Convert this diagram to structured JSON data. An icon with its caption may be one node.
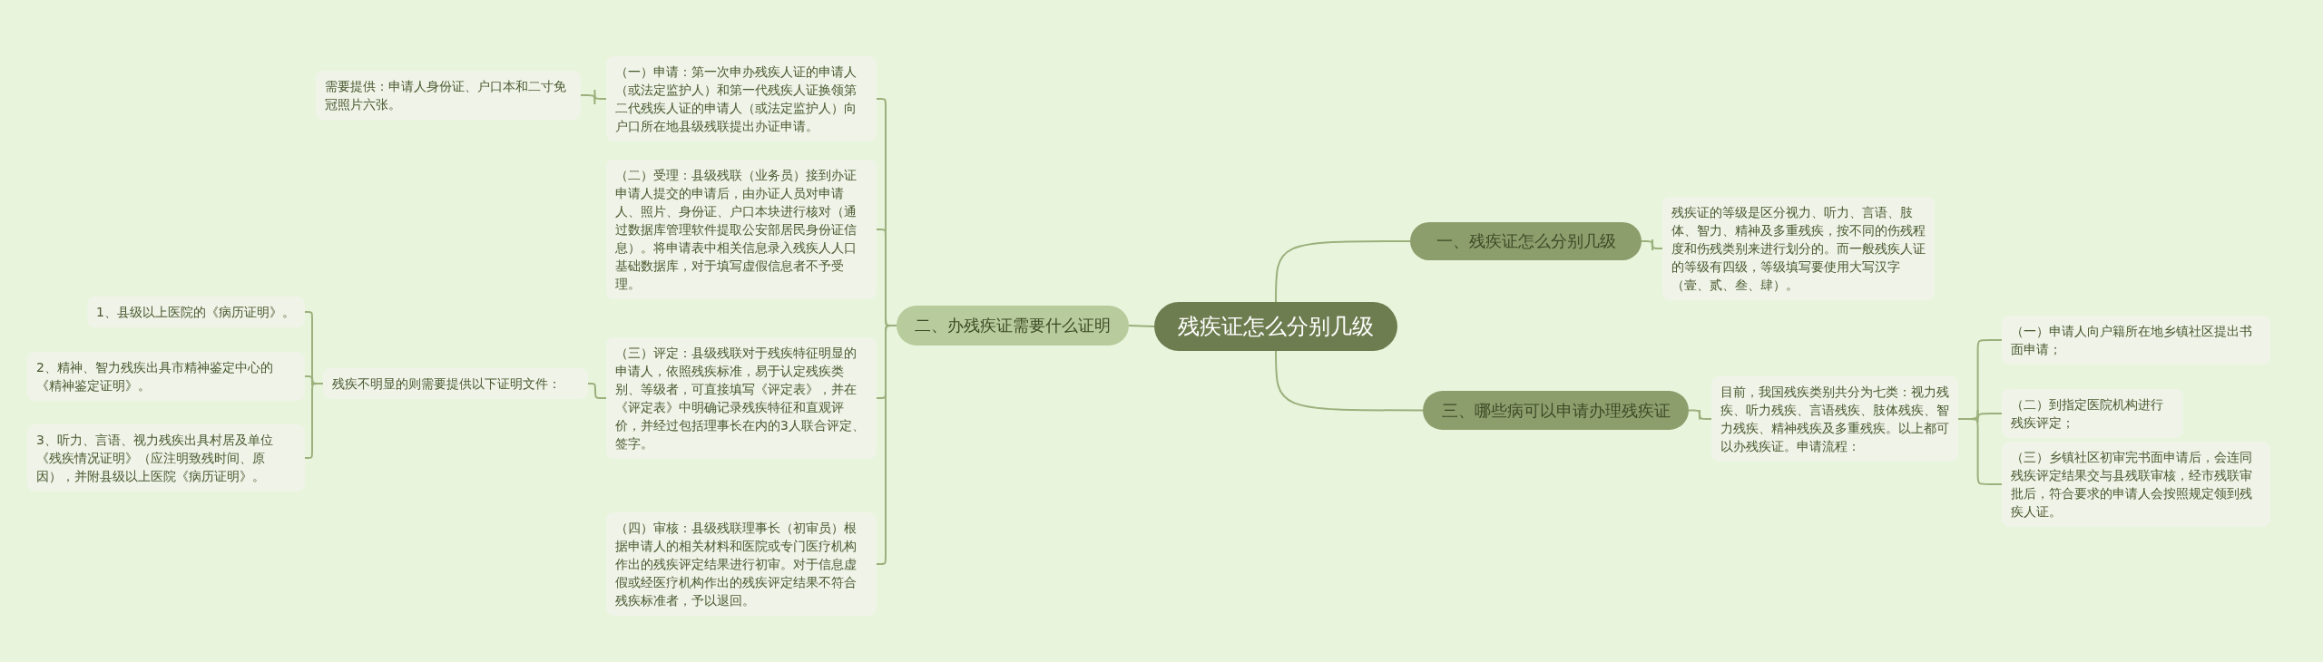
{
  "diagram": {
    "nodes": [
      {
        "text": [
          "残疾证怎么分别几级"
        ]
      },
      {
        "text": [
          "一、残疾证怎么分别几级"
        ]
      },
      {
        "text": [
          "残疾证的等级是区分视力、听力、言语、肢体、智力、精神及多重残疾，按不同的伤残程度和伤残类别来进行划分的。而一般残疾人证的等级有四级，等级填写要使用大写汉字（壹、贰、叁、肆）。"
        ]
      },
      {
        "text": [
          "二、办残疾证需要什么证明"
        ]
      },
      {
        "text": [
          "（一）申请：第一次申办残疾人证的申请人（或法定监护人）和第一代残疾人证换领第二代残疾人证的申请人（或法定监护人）向户口所在地县级残联提出办证申请。"
        ]
      },
      {
        "text": [
          "需要提供：申请人身份证、户口本和二寸免冠照片六张。"
        ]
      },
      {
        "text": [
          "（二）受理：县级残联（业务员）接到办证申请人提交的申请后，由办证人员对申请人、照片、身份证、户口本块进行核对（通过数据库管理软件提取公安部居民身份证信息）。将申请表中相关信息录入残疾人人口基础数据库，对于填写虚假信息者不予受理。"
        ]
      },
      {
        "text": [
          "（三）评定：县级残联对于残疾特征明显的申请人，依照残疾标准，易于认定残疾类别、等级者，可直接填写《评定表》，并在《评定表》中明确记录残疾特征和直观评价，并经过包括理事长在内的3人联合评定、签字。"
        ]
      },
      {
        "text": [
          "残疾不明显的则需要提供以下证明文件："
        ]
      },
      {
        "text": [
          "1、县级以上医院的《病历证明》。"
        ]
      },
      {
        "text": [
          "2、精神、智力残疾出具市精神鉴定中心的《精神鉴定证明》。"
        ]
      },
      {
        "text": [
          "3、听力、言语、视力残疾出具村居及单位《残疾情况证明》（应注明致残时间、原因），并附县级以上医院《病历证明》。"
        ]
      },
      {
        "text": [
          "（四）审核：县级残联理事长（初审员）根据申请人的相关材料和医院或专门医疗机构作出的残疾评定结果进行初审。对于信息虚假或经医疗机构作出的残疾评定结果不符合残疾标准者，予以退回。"
        ]
      },
      {
        "text": [
          "三、哪些病可以申请办理残疾证"
        ]
      },
      {
        "text": [
          "目前，我国残疾类别共分为七类：视力残疾、听力残疾、言语残疾、肢体残疾、智力残疾、精神残疾及多重残疾。以上都可以办残疾证。申请流程："
        ]
      },
      {
        "text": [
          "（一）申请人向户籍所在地乡镇社区提出书面申请；"
        ]
      },
      {
        "text": [
          "（二）到指定医院机构进行残疾评定；"
        ]
      },
      {
        "text": [
          "（三）乡镇社区初审完书面申请后，会连同残疾评定结果交与县残联审核，经市残联审批后，符合要求的申请人会按照规定领到残疾人证。"
        ]
      }
    ],
    "edges": [
      {
        "from": 0,
        "to": 1,
        "arrow": "none"
      },
      {
        "from": 1,
        "to": 2,
        "arrow": "none"
      },
      {
        "from": 0,
        "to": 3,
        "arrow": "none"
      },
      {
        "from": 3,
        "to": 4,
        "arrow": "none"
      },
      {
        "from": 4,
        "to": 5,
        "arrow": "none"
      },
      {
        "from": 3,
        "to": 6,
        "arrow": "none"
      },
      {
        "from": 3,
        "to": 7,
        "arrow": "none"
      },
      {
        "from": 7,
        "to": 8,
        "arrow": "none"
      },
      {
        "from": 8,
        "to": 9,
        "arrow": "none"
      },
      {
        "from": 8,
        "to": 10,
        "arrow": "none"
      },
      {
        "from": 8,
        "to": 11,
        "arrow": "none"
      },
      {
        "from": 3,
        "to": 12,
        "arrow": "none"
      },
      {
        "from": 0,
        "to": 13,
        "arrow": "none"
      },
      {
        "from": 13,
        "to": 14,
        "arrow": "none"
      },
      {
        "from": 14,
        "to": 15,
        "arrow": "none"
      },
      {
        "from": 14,
        "to": 16,
        "arrow": "none"
      },
      {
        "from": 14,
        "to": 17,
        "arrow": "none"
      }
    ]
  }
}
